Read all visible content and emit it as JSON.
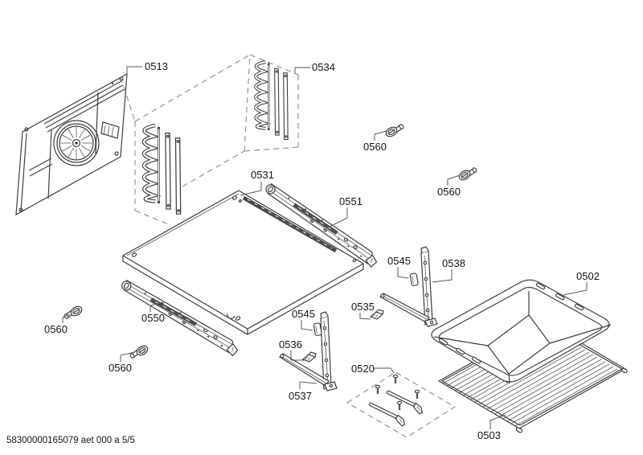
{
  "diagram": {
    "footer_code": "58300000165079 aet 000 a 5/5",
    "callouts": [
      {
        "ref": "0513"
      },
      {
        "ref": "0534"
      },
      {
        "ref": "0560"
      },
      {
        "ref": "0560"
      },
      {
        "ref": "0531"
      },
      {
        "ref": "0551"
      },
      {
        "ref": "0545"
      },
      {
        "ref": "0538"
      },
      {
        "ref": "0502"
      },
      {
        "ref": "0550"
      },
      {
        "ref": "0535"
      },
      {
        "ref": "0545"
      },
      {
        "ref": "0560"
      },
      {
        "ref": "0536"
      },
      {
        "ref": "0560"
      },
      {
        "ref": "0520"
      },
      {
        "ref": "0537"
      },
      {
        "ref": "0503"
      }
    ]
  }
}
